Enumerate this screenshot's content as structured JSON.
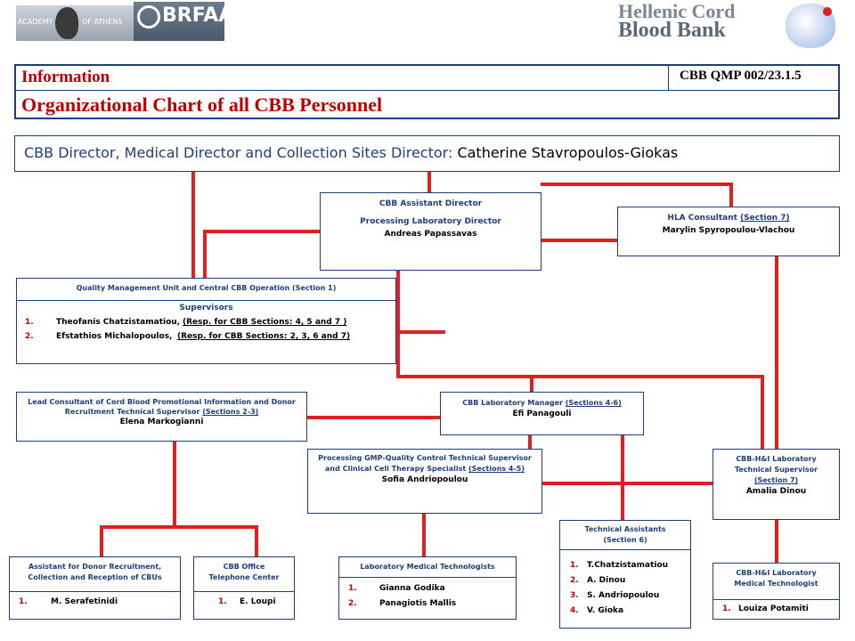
{
  "logos": {
    "academy_text": "ACADEMY",
    "of_athens_text": "OF ATHENS",
    "brfaa_text": "BRFAA",
    "hcbb_line1": "Hellenic Cord",
    "hcbb_line2": "Blood Bank"
  },
  "header": {
    "info_label": "Information",
    "doc_code": "CBB QMP 002/23.1.5",
    "title": "Organizational Chart of all CBB Personnel"
  },
  "director": {
    "role": "CBB Director, Medical Director and Collection Sites Director:",
    "name": "Catherine Stavropoulos-Giokas"
  },
  "assistant_director": {
    "line1": "CBB Assistant Director",
    "line2": "Processing Laboratory Director",
    "name": "Andreas Papassavas"
  },
  "hla": {
    "title": "HLA Consultant",
    "section": "(Section 7)",
    "name": "Marylin Spyropoulou-Vlachou"
  },
  "qm": {
    "title": "Quality Management Unit and Central CBB Operation (Section 1)",
    "supervisors_label": "Supervisors",
    "items": [
      {
        "num": "1.",
        "name": "Theofanis Chatzistamatiou,",
        "resp": "(Resp. for CBB Sections: 4, 5 and 7 )"
      },
      {
        "num": "2.",
        "name": "Efstathios Michalopoulos,",
        "resp": "(Resp. for CBB Sections: 2, 3, 6 and 7)"
      }
    ]
  },
  "lead_consultant": {
    "title": "Lead Consultant of Cord Blood Promotional Information and Donor Recruitment Technical Supervisor",
    "section": "(Sections 2-3)",
    "name": "Elena Markogianni"
  },
  "lab_manager": {
    "title": "CBB Laboratory Manager",
    "section": "(Sections 4-6)",
    "name": "Efi Panagouli"
  },
  "processing": {
    "title": "Processing GMP-Quality Control Technical Supervisor and Clinical Cell Therapy Specialist",
    "section": "(Sections 4-5)",
    "name": "Sofia Andriopoulou"
  },
  "hi_supervisor": {
    "line1": "CBB-H&I Laboratory",
    "line2": "Technical Supervisor",
    "section": "(Section 7)",
    "name": "Amalia Dinou"
  },
  "tech_assistants": {
    "title": "Technical Assistants",
    "section": "(Section 6)",
    "items": [
      {
        "num": "1.",
        "name": "T.Chatzistamatiou"
      },
      {
        "num": "2.",
        "name": "A. Dinou"
      },
      {
        "num": "3.",
        "name": "S. Andriopoulou"
      },
      {
        "num": "4.",
        "name": "V. Gioka"
      }
    ]
  },
  "donor_assistant": {
    "title": "Assistant for Donor Recruitment, Collection and Reception of CBUs",
    "items": [
      {
        "num": "1.",
        "name": "M. Serafetinidi"
      }
    ]
  },
  "office": {
    "line1": "CBB Office",
    "line2": "Telephone Center",
    "items": [
      {
        "num": "1.",
        "name": "E. Loupi"
      }
    ]
  },
  "lab_techs": {
    "title": "Laboratory Medical Technologists",
    "items": [
      {
        "num": "1.",
        "name": "Gianna Godika"
      },
      {
        "num": "2.",
        "name": "Panagiotis Mallis"
      }
    ]
  },
  "hi_tech": {
    "line1": "CBB-H&I Laboratory",
    "line2": "Medical Technologist",
    "items": [
      {
        "num": "1.",
        "name": "Louiza Potamiti"
      }
    ]
  },
  "colors": {
    "navy": "#1f3d7a",
    "connector_red": "#e02020",
    "number_red": "#c00000",
    "header_red": "#c00000"
  }
}
